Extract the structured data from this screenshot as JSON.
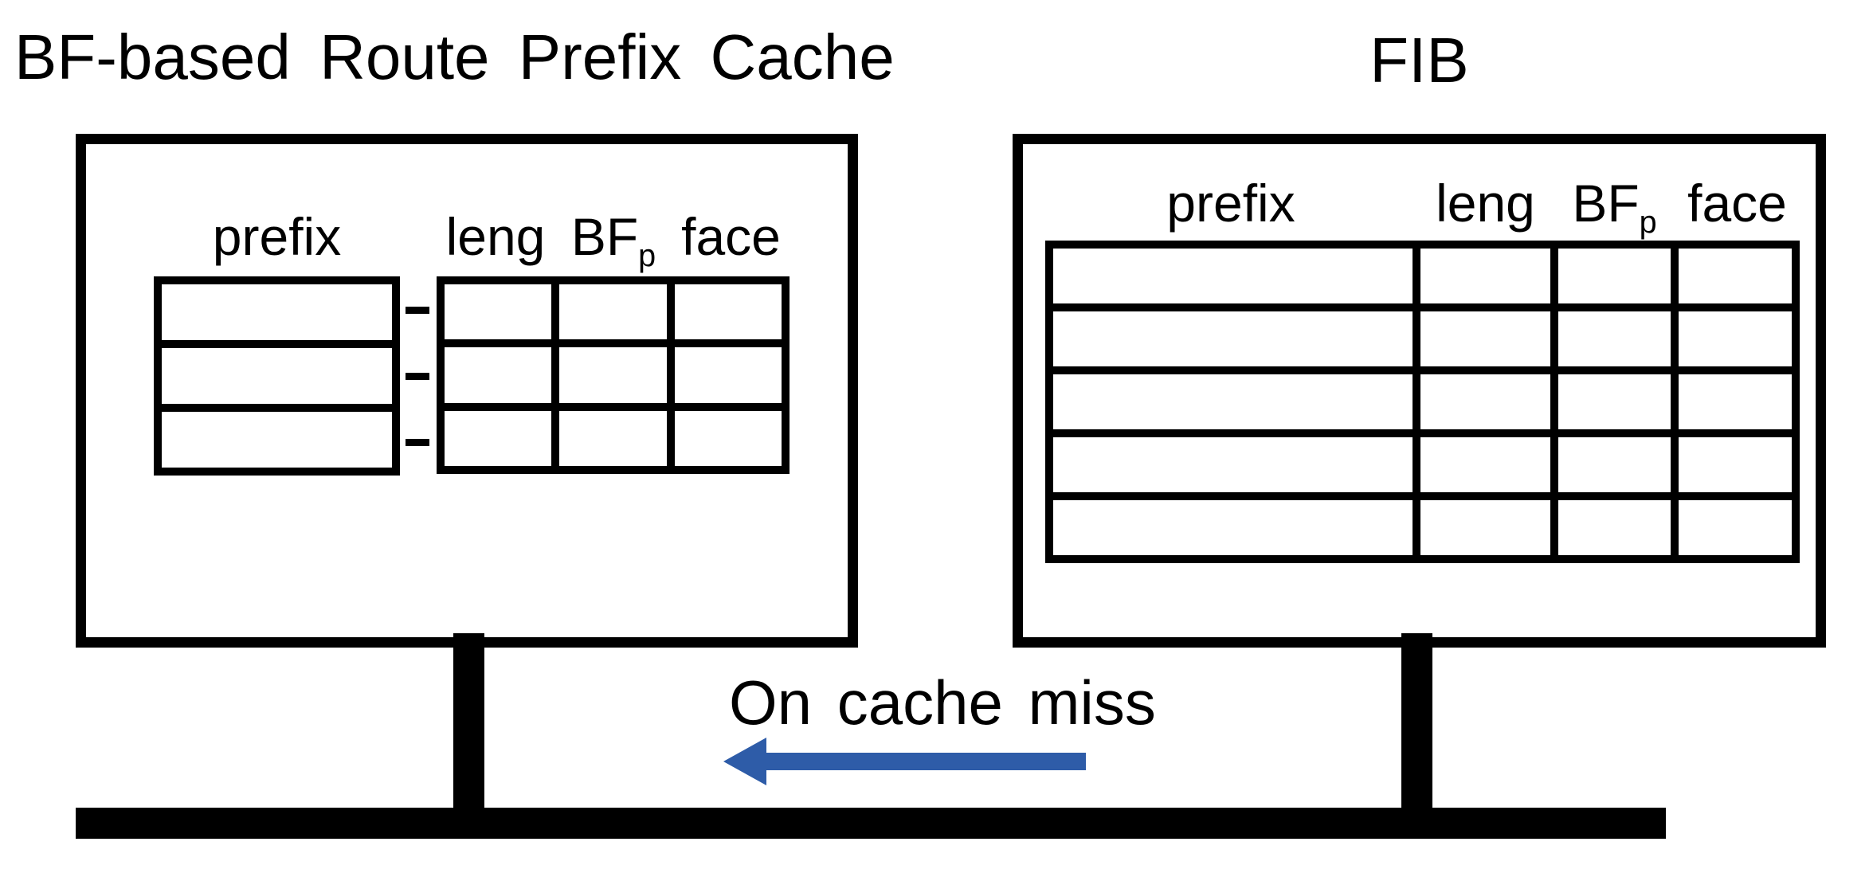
{
  "cache_panel": {
    "title": "BF-based Route Prefix Cache",
    "prefix_table": {
      "header": "prefix",
      "rows": 3,
      "cols": 1
    },
    "attr_table": {
      "headers": [
        {
          "label": "leng",
          "sub": ""
        },
        {
          "label": "BF",
          "sub": "p"
        },
        {
          "label": "face",
          "sub": ""
        }
      ],
      "rows": 3,
      "cols": 3
    },
    "row_links": [
      "-",
      "-",
      "-"
    ]
  },
  "fib_panel": {
    "title": "FIB",
    "table": {
      "headers": [
        {
          "label": "prefix",
          "sub": ""
        },
        {
          "label": "leng",
          "sub": ""
        },
        {
          "label": "BF",
          "sub": "p"
        },
        {
          "label": "face",
          "sub": ""
        }
      ],
      "rows": 5,
      "cols": 4
    }
  },
  "bus": {
    "label": "On cache miss",
    "arrow_direction": "left",
    "arrow_color": "#2E5CA8",
    "line_color": "#000000"
  }
}
